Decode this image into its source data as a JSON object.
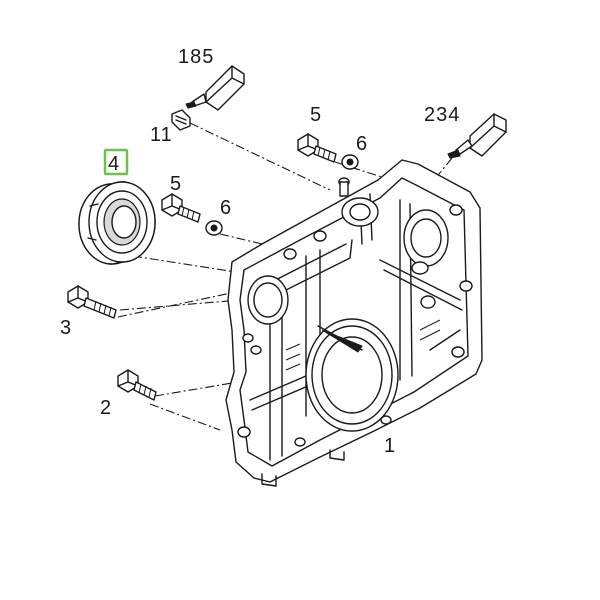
{
  "labels": {
    "p185": "185",
    "p11": "11",
    "p5a": "5",
    "p6a": "6",
    "p234": "234",
    "p4": "4",
    "p5b": "5",
    "p6b": "6",
    "p3": "3",
    "p2": "2",
    "p1": "1"
  },
  "highlight": {
    "part": "4",
    "color": "#6cc24a"
  },
  "colors": {
    "line": "#1a1a1a",
    "background": "#ffffff"
  }
}
